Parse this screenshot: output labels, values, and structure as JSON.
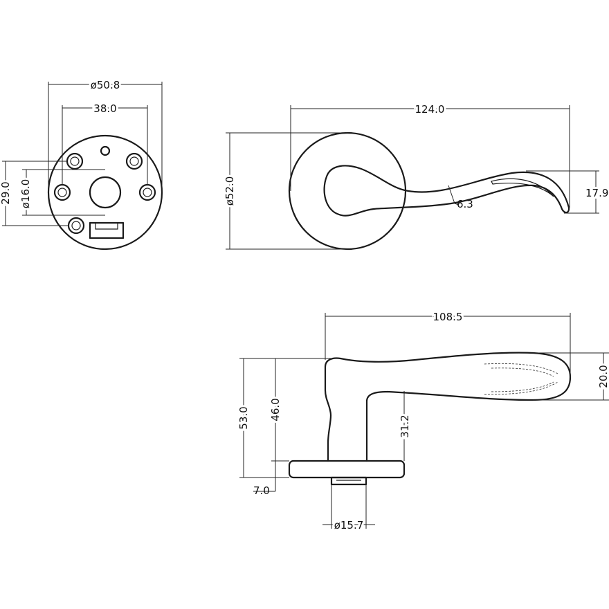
{
  "rose_front": {
    "outer_diameter": "ø50.8",
    "hole_spacing": "38.0",
    "vertical_spacing": "29.0",
    "spindle_hole": "ø16.0"
  },
  "handle_top": {
    "overall_length": "124.0",
    "rose_diameter": "ø52.0",
    "grip_height": "17.9",
    "neck_thickness": "6.3"
  },
  "handle_side": {
    "lever_length": "108.5",
    "overall_height": "53.0",
    "lever_height": "46.0",
    "rose_thickness": "7.0",
    "neck_height": "31.2",
    "grip_thickness": "20.0",
    "spindle_diameter": "ø15.7"
  }
}
